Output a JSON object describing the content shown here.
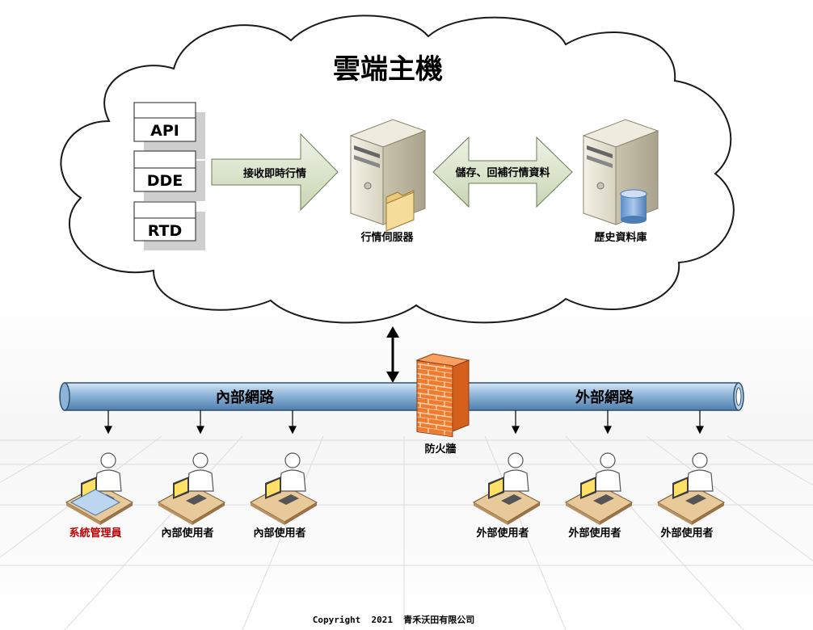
{
  "cloud": {
    "title": "雲端主機"
  },
  "sources": [
    "API",
    "DDE",
    "RTD"
  ],
  "arrow_receive": "接收即時行情",
  "arrow_store": "儲存、回補行情資料",
  "quote_server": "行情伺服器",
  "history_db": "歷史資料庫",
  "internal_network": "內部網路",
  "external_network": "外部網路",
  "firewall": "防火牆",
  "internal_users": [
    {
      "label": "系統管理員",
      "color": "#c00000"
    },
    {
      "label": "內部使用者",
      "color": "#000000"
    },
    {
      "label": "內部使用者",
      "color": "#000000"
    }
  ],
  "external_users": [
    {
      "label": "外部使用者"
    },
    {
      "label": "外部使用者"
    },
    {
      "label": "外部使用者"
    }
  ],
  "copyright": "Copyright  2021  青禾沃田有限公司"
}
